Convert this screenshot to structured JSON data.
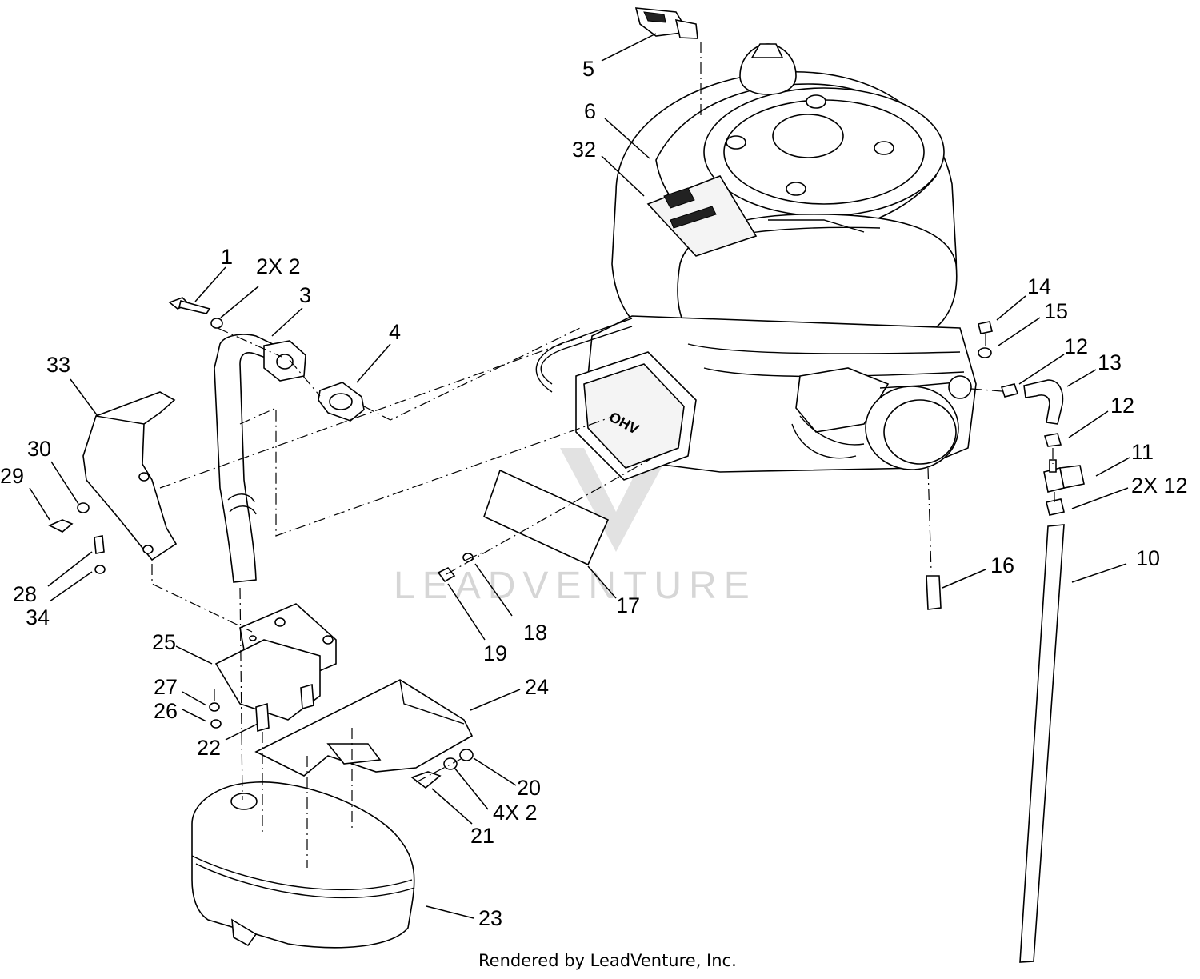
{
  "callouts": [
    {
      "id": "c1",
      "text": "1"
    },
    {
      "id": "c2",
      "text": "2X 2"
    },
    {
      "id": "c3",
      "text": "3"
    },
    {
      "id": "c4",
      "text": "4"
    },
    {
      "id": "c5",
      "text": "5"
    },
    {
      "id": "c6",
      "text": "6"
    },
    {
      "id": "c32",
      "text": "32"
    },
    {
      "id": "c33",
      "text": "33"
    },
    {
      "id": "c30",
      "text": "30"
    },
    {
      "id": "c29",
      "text": "29"
    },
    {
      "id": "c28",
      "text": "28"
    },
    {
      "id": "c34",
      "text": "34"
    },
    {
      "id": "c25",
      "text": "25"
    },
    {
      "id": "c27",
      "text": "27"
    },
    {
      "id": "c26",
      "text": "26"
    },
    {
      "id": "c22",
      "text": "22"
    },
    {
      "id": "c24",
      "text": "24"
    },
    {
      "id": "c20",
      "text": "20"
    },
    {
      "id": "c4x2",
      "text": "4X 2"
    },
    {
      "id": "c21",
      "text": "21"
    },
    {
      "id": "c23",
      "text": "23"
    },
    {
      "id": "c17",
      "text": "17"
    },
    {
      "id": "c18",
      "text": "18"
    },
    {
      "id": "c19",
      "text": "19"
    },
    {
      "id": "c16",
      "text": "16"
    },
    {
      "id": "c14",
      "text": "14"
    },
    {
      "id": "c15",
      "text": "15"
    },
    {
      "id": "c12a",
      "text": "12"
    },
    {
      "id": "c13",
      "text": "13"
    },
    {
      "id": "c12b",
      "text": "12"
    },
    {
      "id": "c11",
      "text": "11"
    },
    {
      "id": "c2x12",
      "text": "2X 12"
    },
    {
      "id": "c10",
      "text": "10"
    }
  ],
  "engine": {
    "shroud_badge": "OHV"
  },
  "watermark": "LEADVENTURE",
  "footer": "Rendered by LeadVenture, Inc."
}
